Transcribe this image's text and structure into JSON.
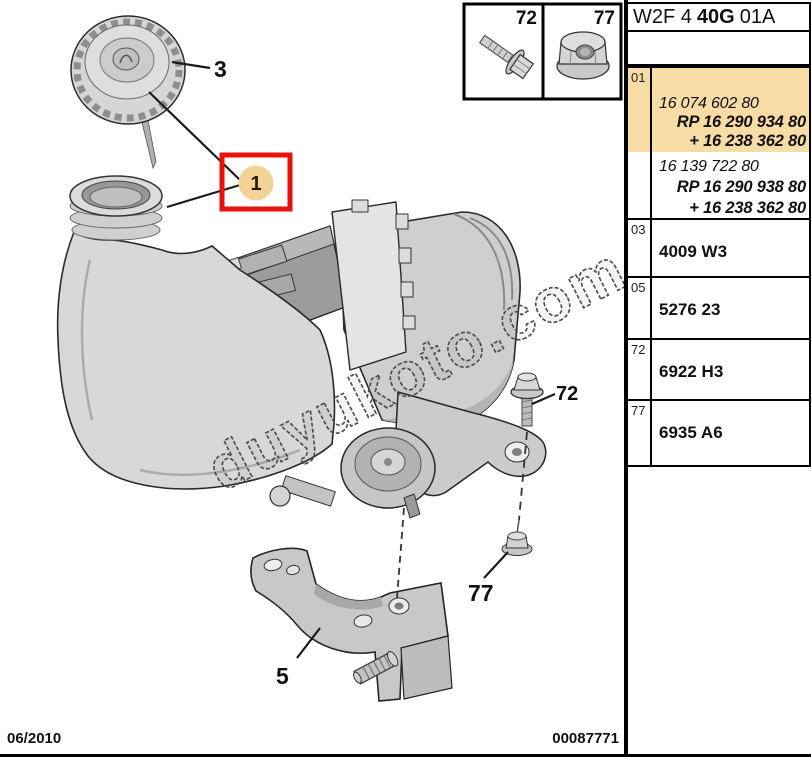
{
  "panel": {
    "header": {
      "prefix": "W2F 4",
      "bold": "40G",
      "suffix": "01A"
    },
    "table": {
      "row01": {
        "ref": "01",
        "group1": {
          "line1": "16 074 602 80",
          "line2": "RP 16 290 934 80",
          "line3": "+ 16 238 362 80"
        },
        "group2": {
          "line1": "16 139 722 80",
          "line2": "RP 16 290 938 80",
          "line3": "+ 16 238 362 80"
        }
      },
      "row03": {
        "ref": "03",
        "part": "4009 W3"
      },
      "row05": {
        "ref": "05",
        "part": "5276 23"
      },
      "row72": {
        "ref": "72",
        "part": "6922 H3"
      },
      "row77": {
        "ref": "77",
        "part": "6935 A6"
      }
    }
  },
  "inset": {
    "bolt_label": "72",
    "nut_label": "77"
  },
  "callouts": {
    "cap": "3",
    "assembly": "1",
    "bolt": "72",
    "nut": "77",
    "bracket": "5"
  },
  "footer": {
    "date": "06/2010",
    "doc_number": "00087771"
  },
  "watermark": "duyukoto.com",
  "colors": {
    "highlight_row": "#F8DCA6",
    "callout_box_red": "#E8120B",
    "callout_circle": "#F3D295"
  }
}
